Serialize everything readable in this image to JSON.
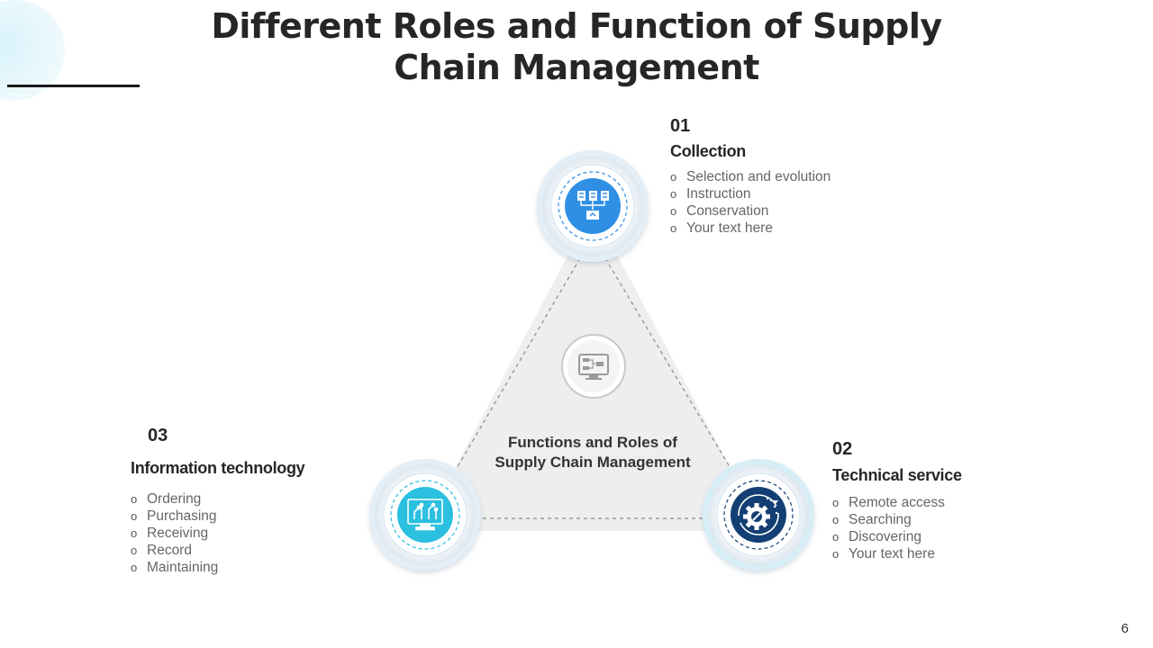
{
  "title": "Different Roles and Function of Supply Chain Management",
  "center": {
    "label": "Functions and Roles of Supply Chain Management"
  },
  "items": [
    {
      "number": "01",
      "heading": "Collection",
      "bullets": [
        "Selection and evolution",
        "Instruction",
        "Conservation",
        "Your text here"
      ]
    },
    {
      "number": "02",
      "heading": "Technical service",
      "bullets": [
        "Remote access",
        "Searching",
        "Discovering",
        "Your text here"
      ]
    },
    {
      "number": "03",
      "heading": "Information technology",
      "bullets": [
        "Ordering",
        "Purchasing",
        "Receiving",
        "Record",
        "Maintaining"
      ]
    }
  ],
  "bullet_symbol": "o",
  "page_number": "6",
  "colors": {
    "collection": "#2f8fe4",
    "technical_service": "#133f74",
    "information_technology": "#2bbfe0",
    "triangle_fill": "#eeeeee",
    "center_icon": "#9a9a9a"
  },
  "icons": {
    "collection": "network-hierarchy-icon",
    "technical_service": "gear-tools-icon",
    "information_technology": "monitor-circuit-icon",
    "center": "monitor-flowchart-icon"
  }
}
